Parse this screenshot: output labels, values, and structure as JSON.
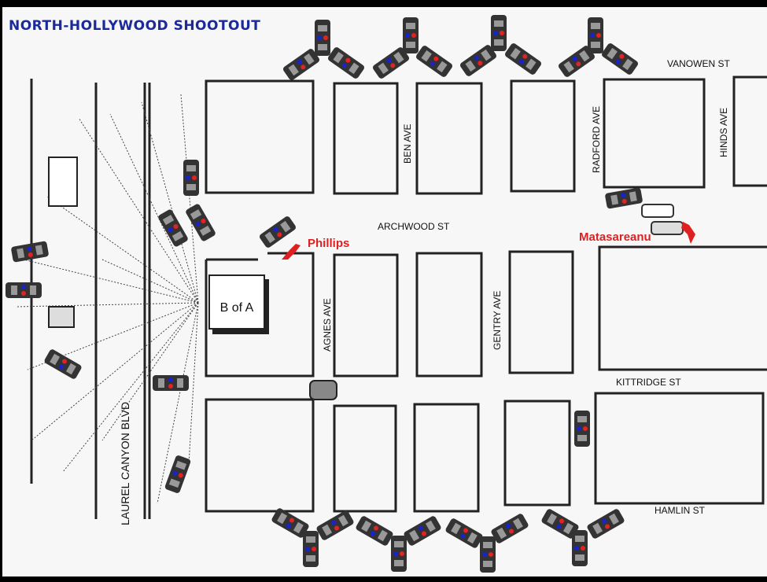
{
  "title": "NORTH-HOLLYWOOD SHOOTOUT",
  "streets": {
    "vanowen": "VANOWEN ST",
    "archwood": "ARCHWOOD ST",
    "kittridge": "KITTRIDGE ST",
    "hamlin": "HAMLIN ST",
    "ben": "BEN AVE",
    "radford": "RADFORD AVE",
    "hinds": "HINDS AVE",
    "agnes": "AGNES AVE",
    "gentry": "GENTRY AVE",
    "laurel": "LAUREL CANYON BLVD"
  },
  "bank_label": "B of A",
  "suspects": [
    {
      "name": "Phillips",
      "color": "#e02020"
    },
    {
      "name": "Matasareanu",
      "color": "#e02020"
    }
  ],
  "colors": {
    "title": "#1a2a9a",
    "siren_red": "#e52222",
    "siren_blue": "#1a22cc",
    "car": "#333333"
  }
}
